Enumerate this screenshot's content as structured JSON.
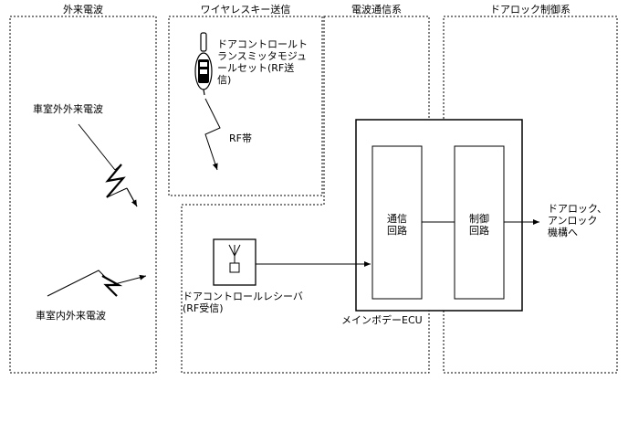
{
  "sections": {
    "external": "外来電波",
    "wireless_key": "ワイヤレスキー送信",
    "radio_comm": "電波通信系",
    "door_lock": "ドアロック制御系"
  },
  "labels": {
    "transmitter": [
      "ドアコントロールト",
      "ランスミッタモジュ",
      "ールセット(RF送",
      "信)"
    ],
    "rf_band": "RF帯",
    "outside_wave": "車室外外来電波",
    "inside_wave": "車室内外来電波",
    "receiver": [
      "ドアコントロールレシーバ",
      "(RF受信)"
    ],
    "comm_circuit": [
      "通信",
      "回路"
    ],
    "control_circuit": [
      "制御",
      "回路"
    ],
    "main_body_ecu": "メインボデーECU",
    "output": [
      "ドアロック、",
      "アンロック",
      "機構へ"
    ]
  },
  "icons": {
    "key_fob": "key-fob-icon",
    "antenna": "antenna-icon",
    "lightning": "lightning-bolt-icon"
  }
}
